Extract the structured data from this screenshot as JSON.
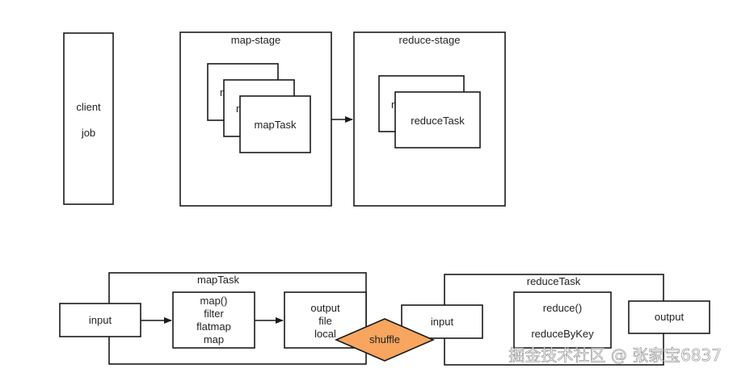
{
  "top": {
    "client_lines": [
      "client",
      "job"
    ],
    "map_stage_title": "map-stage",
    "map_task_back_1": "m",
    "map_task_back_2": "m",
    "map_task_front": "mapTask",
    "reduce_stage_title": "reduce-stage",
    "reduce_task_back": "m",
    "reduce_task_front": "reduceTask"
  },
  "bottom": {
    "map_task_title": "mapTask",
    "input_left": "input",
    "operations": [
      "map()",
      "filter",
      "flatmap",
      "map"
    ],
    "output_lines": [
      "output",
      "file",
      "local"
    ],
    "shuffle": "shuffle",
    "reduce_task_title": "reduceTask",
    "input_right": "input",
    "reduce_ops": [
      "reduce()",
      "reduceByKey"
    ],
    "output_right": "output"
  },
  "colors": {
    "shuffle_fill": "#F7A55F",
    "stroke": "#1a1a1a"
  },
  "watermark": "掘金技术社区 @ 张家宝6837"
}
